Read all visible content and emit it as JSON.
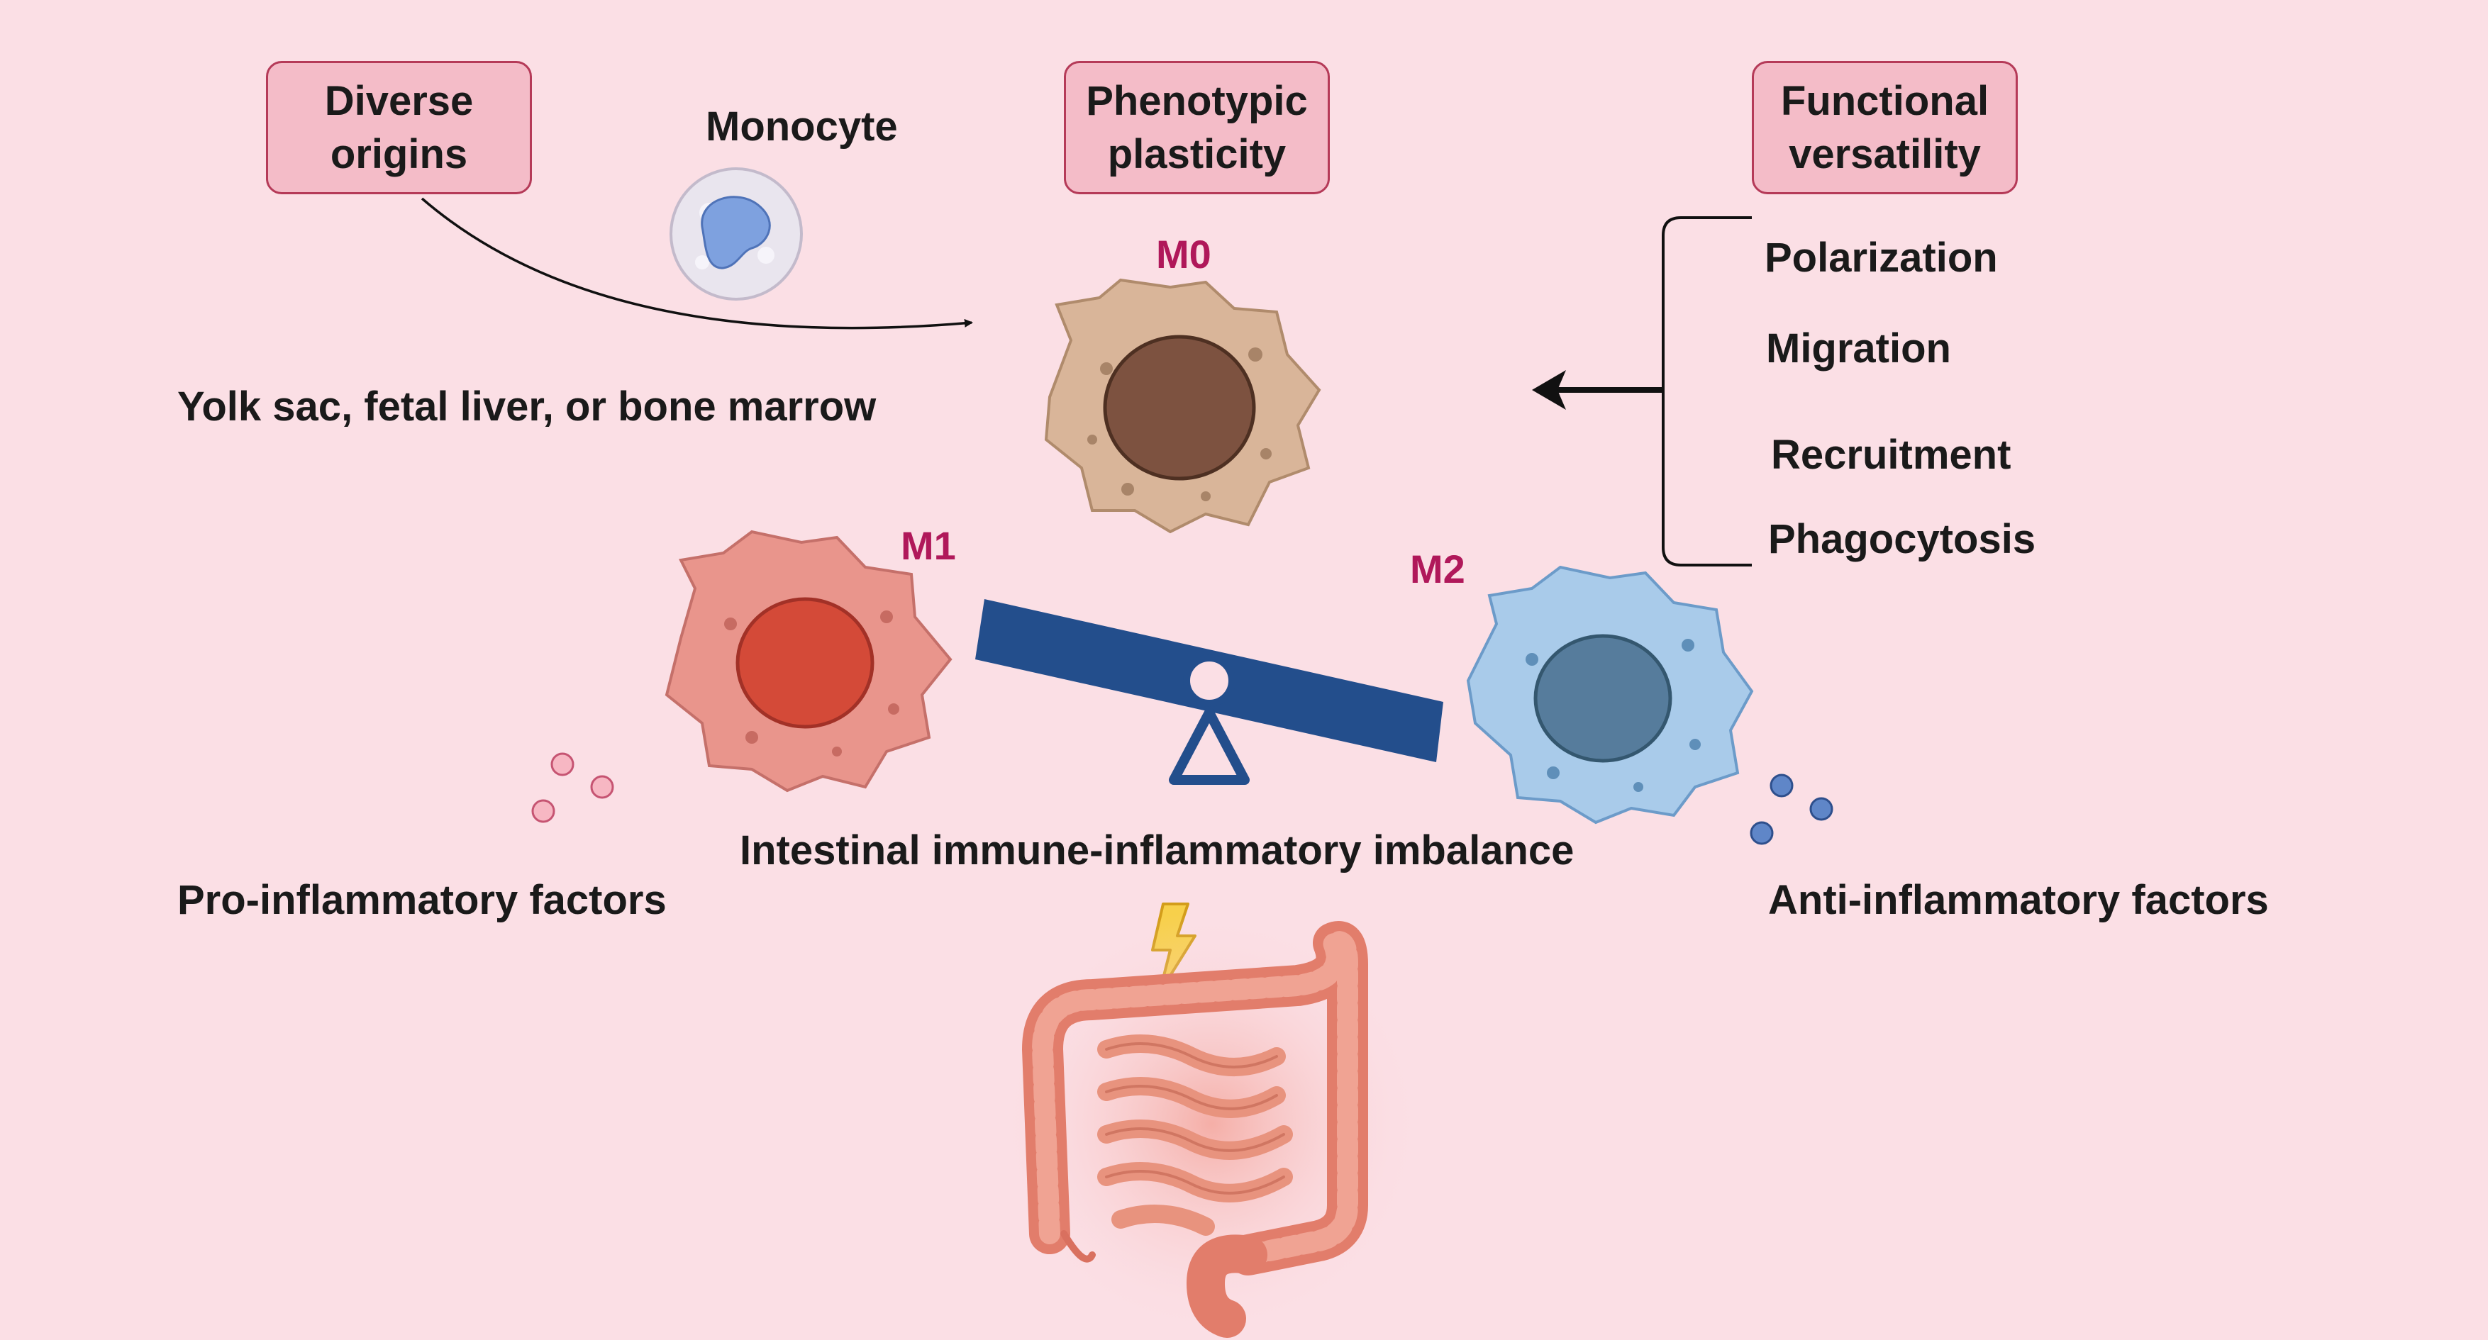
{
  "headers": {
    "origins": "Diverse\norigins",
    "plasticity": "Phenotypic\nplasticity",
    "versatility": "Functional\nversatility"
  },
  "labels": {
    "monocyte": "Monocyte",
    "origins_detail": "Yolk sac, fetal liver, or bone marrow",
    "m0": "M0",
    "m1": "M1",
    "m2": "M2",
    "imbalance": "Intestinal immune-inflammatory imbalance",
    "pro_factors": "Pro-inflammatory factors",
    "anti_factors": "Anti-inflammatory factors"
  },
  "functions": [
    "Polarization",
    "Migration",
    "Recruitment",
    "Phagocytosis"
  ],
  "colors": {
    "background": "#fbdfe5",
    "box_fill": "#f4bcc8",
    "box_border": "#b53a58",
    "m_label": "#b0185a",
    "m0_cell": "#d9b599",
    "m1_cell": "#e9958c",
    "m2_cell": "#a9cbea",
    "seesaw": "#234e8c",
    "intestine": "#e8937e"
  },
  "icons": [
    "monocyte-cell",
    "m0-macrophage",
    "m1-macrophage",
    "m2-macrophage",
    "seesaw",
    "intestine",
    "lightning-bolt"
  ]
}
